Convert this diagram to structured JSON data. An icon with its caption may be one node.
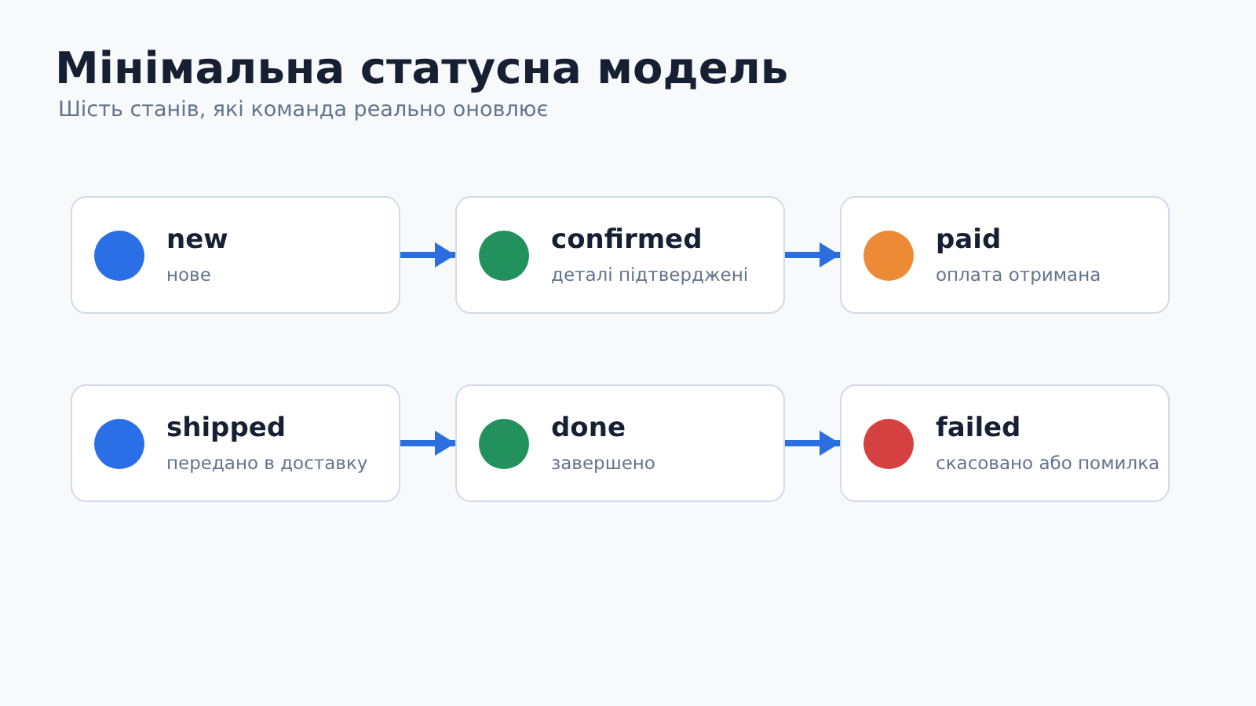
{
  "diagram": {
    "title": "Мінімальна статусна модель",
    "nodes": [
      {
        "text": [
          "new",
          "нове"
        ]
      },
      {
        "text": [
          "confirmed",
          "деталі підтверджені"
        ]
      },
      {
        "text": [
          "paid",
          "оплата отримана"
        ]
      },
      {
        "text": [
          "shipped",
          "передано в доставку"
        ]
      },
      {
        "text": [
          "done",
          "завершено"
        ]
      },
      {
        "text": [
          "failed",
          "скасовано або помилка"
        ]
      }
    ],
    "edges": [
      {
        "from": 0,
        "to": 1,
        "arrow": "to"
      },
      {
        "from": 1,
        "to": 2,
        "arrow": "to"
      },
      {
        "from": 3,
        "to": 4,
        "arrow": "to"
      },
      {
        "from": 4,
        "to": 5,
        "arrow": "to"
      }
    ],
    "labels": [
      "Шість станів, які команда реально оновлює"
    ]
  }
}
